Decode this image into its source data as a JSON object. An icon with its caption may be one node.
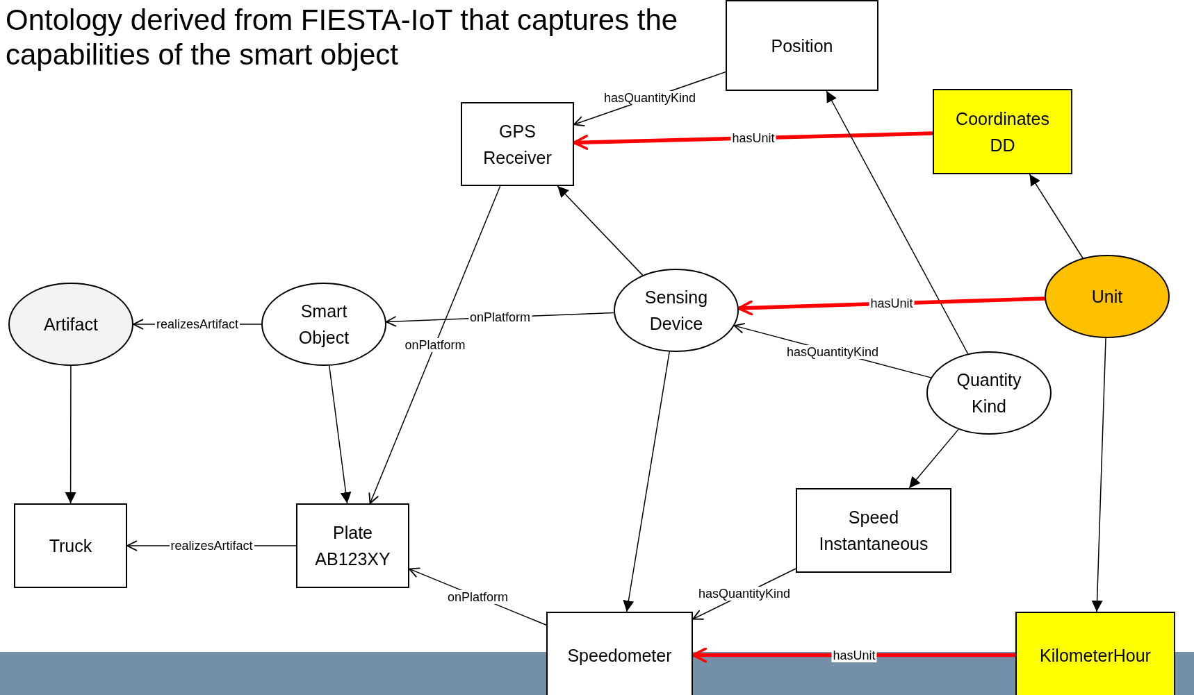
{
  "diagram": {
    "title": "Ontology derived from FIESTA-IoT that captures the capabilities of the smart object",
    "nodes": [
      {
        "text": [
          "Position"
        ]
      },
      {
        "text": [
          "GPS Receiver"
        ]
      },
      {
        "text": [
          "Coordinates DD"
        ]
      },
      {
        "text": [
          "Artifact"
        ]
      },
      {
        "text": [
          "Smart Object"
        ]
      },
      {
        "text": [
          "Sensing Device"
        ]
      },
      {
        "text": [
          "Unit"
        ]
      },
      {
        "text": [
          "Quantity Kind"
        ]
      },
      {
        "text": [
          "Truck"
        ]
      },
      {
        "text": [
          "Plate AB123XY"
        ]
      },
      {
        "text": [
          "Speed Instantaneous"
        ]
      },
      {
        "text": [
          "Speedometer"
        ]
      },
      {
        "text": [
          "KilometerHour"
        ]
      }
    ],
    "edges": [
      {
        "from": 0,
        "to": 1,
        "arrow": "to",
        "label": "hasQuantityKind"
      },
      {
        "from": 2,
        "to": 1,
        "arrow": "to",
        "label": "hasUnit",
        "style": "thick",
        "color": "#ff0000"
      },
      {
        "from": 5,
        "to": 1,
        "arrow": "to"
      },
      {
        "from": 1,
        "to": 9,
        "arrow": "to",
        "label": "onPlatform"
      },
      {
        "from": 5,
        "to": 4,
        "arrow": "to",
        "label": "onPlatform"
      },
      {
        "from": 4,
        "to": 3,
        "arrow": "to",
        "label": "realizesArtifact"
      },
      {
        "from": 3,
        "to": 8,
        "arrow": "to"
      },
      {
        "from": 4,
        "to": 9,
        "arrow": "to"
      },
      {
        "from": 9,
        "to": 8,
        "arrow": "to",
        "label": "realizesArtifact"
      },
      {
        "from": 11,
        "to": 9,
        "arrow": "to",
        "label": "onPlatform"
      },
      {
        "from": 5,
        "to": 11,
        "arrow": "to"
      },
      {
        "from": 7,
        "to": 0,
        "arrow": "to"
      },
      {
        "from": 6,
        "to": 5,
        "arrow": "to",
        "label": "hasUnit",
        "style": "thick",
        "color": "#ff0000"
      },
      {
        "from": 7,
        "to": 5,
        "arrow": "to",
        "label": "hasQuantityKind"
      },
      {
        "from": 6,
        "to": 2,
        "arrow": "to"
      },
      {
        "from": 7,
        "to": 10,
        "arrow": "to"
      },
      {
        "from": 6,
        "to": 12,
        "arrow": "to"
      },
      {
        "from": 10,
        "to": 11,
        "arrow": "to",
        "label": "hasQuantityKind"
      },
      {
        "from": 12,
        "to": 11,
        "arrow": "to",
        "label": "hasUnit",
        "style": "thick",
        "color": "#ff0000"
      }
    ]
  }
}
